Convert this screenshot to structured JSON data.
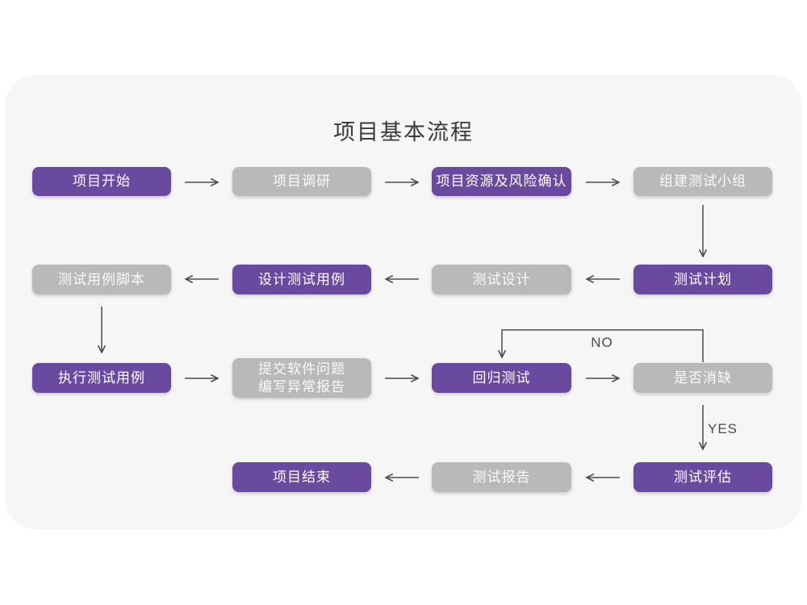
{
  "title": "项目基本流程",
  "labels": {
    "no": "NO",
    "yes": "YES"
  },
  "colors": {
    "primary": "#6a4a9e",
    "muted": "#b9b9b9",
    "card_bg": "#f6f6f6",
    "arrow": "#4d4d4d"
  },
  "nodes": [
    {
      "id": "project-start",
      "label": "项目开始",
      "variant": "primary"
    },
    {
      "id": "project-research",
      "label": "项目调研",
      "variant": "muted"
    },
    {
      "id": "resources-risk-confirm",
      "label": "项目资源及风险确认",
      "variant": "primary"
    },
    {
      "id": "build-test-team",
      "label": "组建测试小组",
      "variant": "muted"
    },
    {
      "id": "test-plan",
      "label": "测试计划",
      "variant": "primary"
    },
    {
      "id": "test-design",
      "label": "测试设计",
      "variant": "muted"
    },
    {
      "id": "design-test-cases",
      "label": "设计测试用例",
      "variant": "primary"
    },
    {
      "id": "test-case-script",
      "label": "测试用例脚本",
      "variant": "muted"
    },
    {
      "id": "execute-test-cases",
      "label": "执行测试用例",
      "variant": "primary"
    },
    {
      "id": "submit-issues-report",
      "label": "提交软件问题\n编写异常报告",
      "variant": "muted"
    },
    {
      "id": "regression-test",
      "label": "回归测试",
      "variant": "primary"
    },
    {
      "id": "defect-resolved",
      "label": "是否消缺",
      "variant": "muted"
    },
    {
      "id": "test-evaluation",
      "label": "测试评估",
      "variant": "primary"
    },
    {
      "id": "test-report",
      "label": "测试报告",
      "variant": "muted"
    },
    {
      "id": "project-end",
      "label": "项目结束",
      "variant": "primary"
    }
  ]
}
